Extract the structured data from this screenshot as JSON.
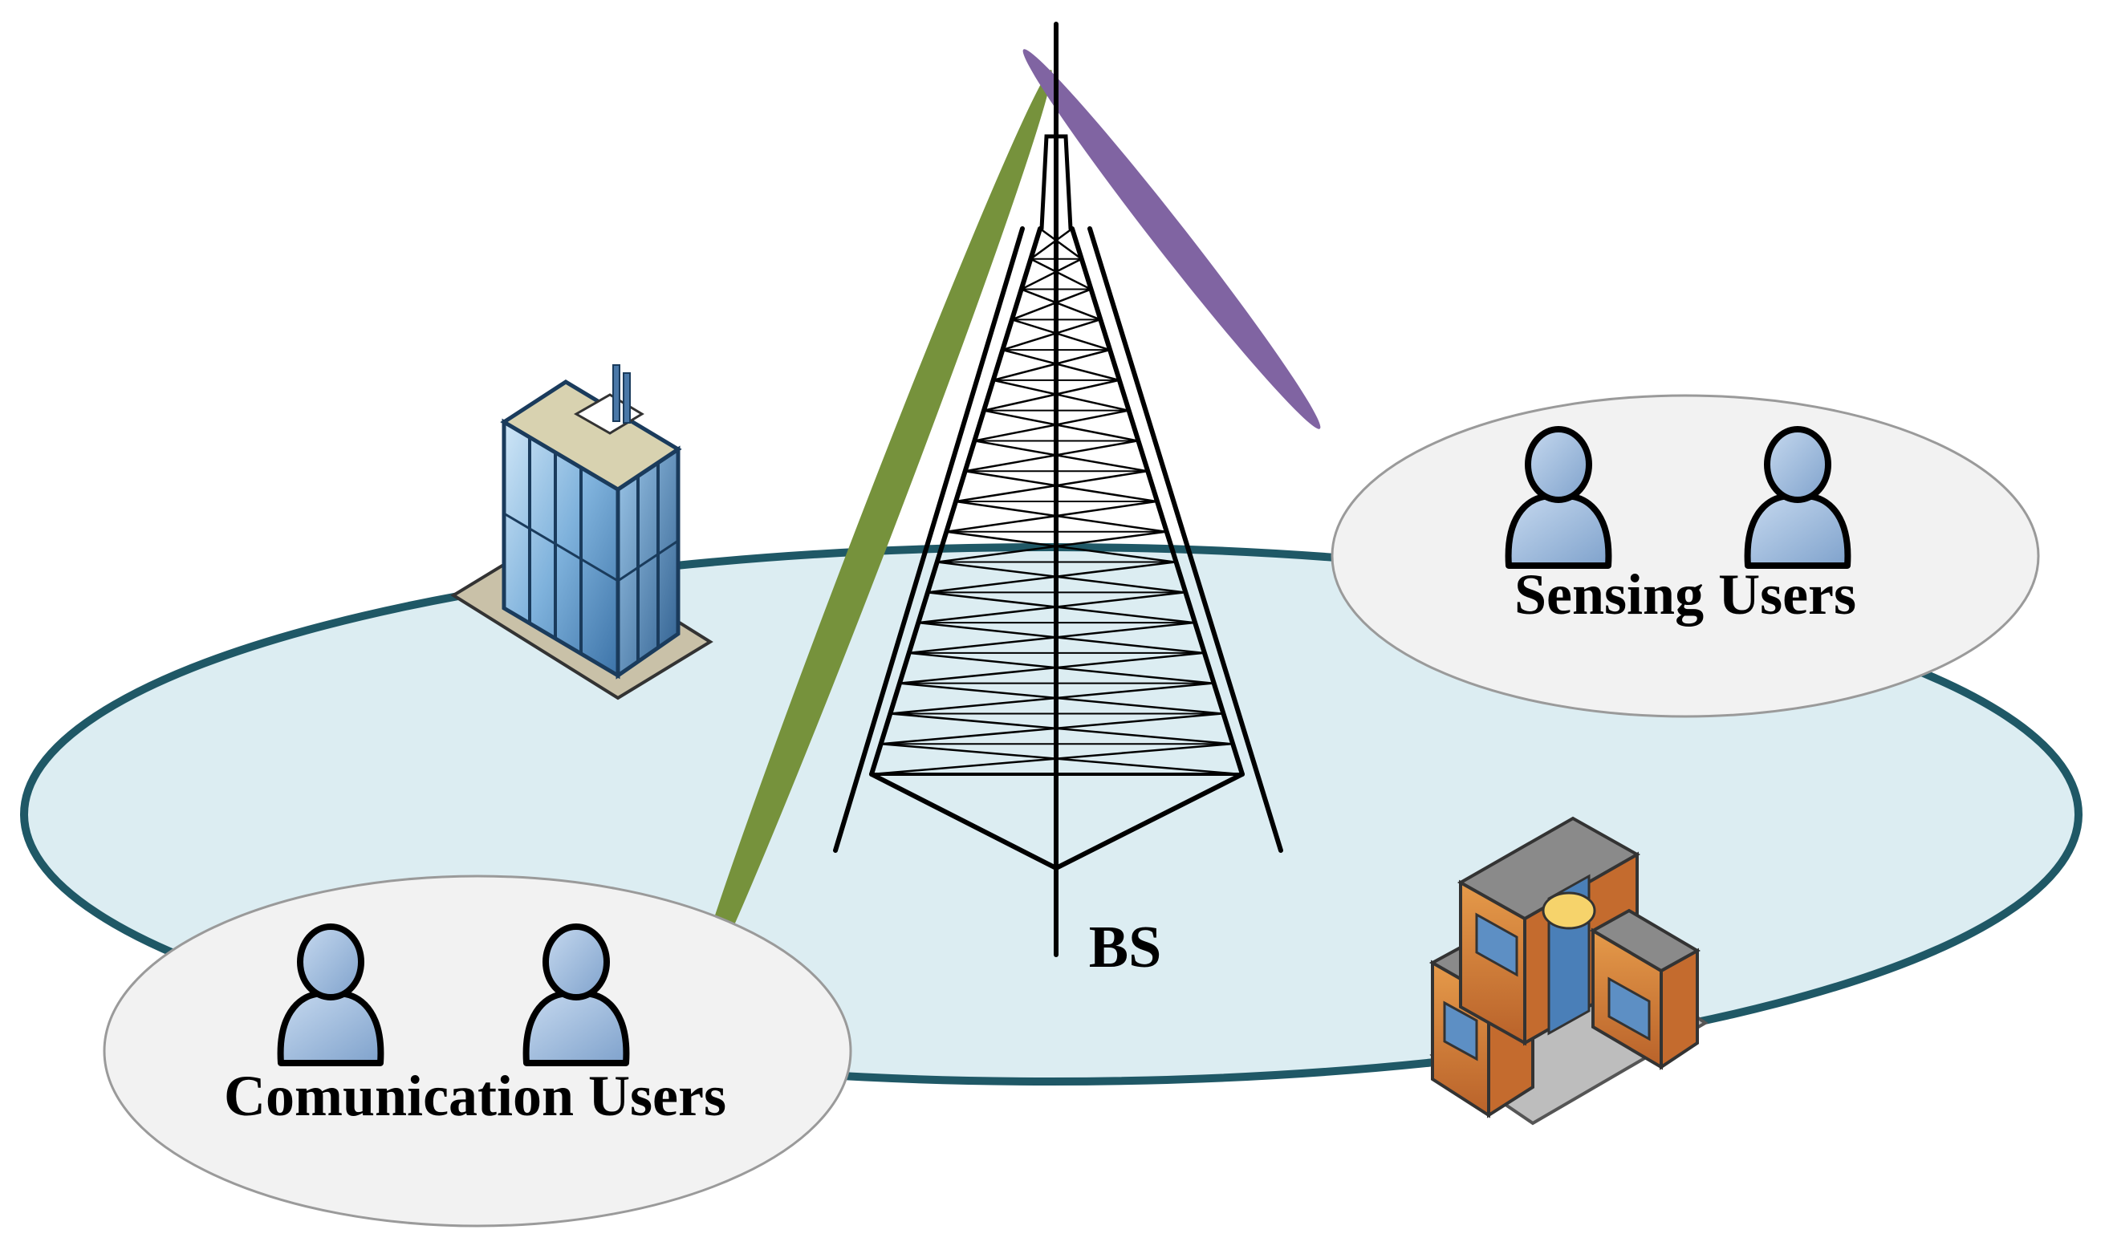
{
  "labels": {
    "bs": "BS",
    "sensing_users": "Sensing Users",
    "communication_users": "Comunication Users"
  },
  "colors": {
    "coverage_fill": "#dcedf2",
    "coverage_stroke": "#1f5866",
    "user_group_fill": "#f2f2f2",
    "user_group_stroke": "#9a9a9a",
    "communication_beam": "#76923c",
    "sensing_beam": "#8064a2",
    "user_icon": "#95b3d7",
    "tower": "#000000"
  },
  "icons": {
    "user": "person-icon",
    "office": "office-building-icon",
    "shops": "shop-buildings-icon",
    "tower": "cell-tower-icon"
  }
}
